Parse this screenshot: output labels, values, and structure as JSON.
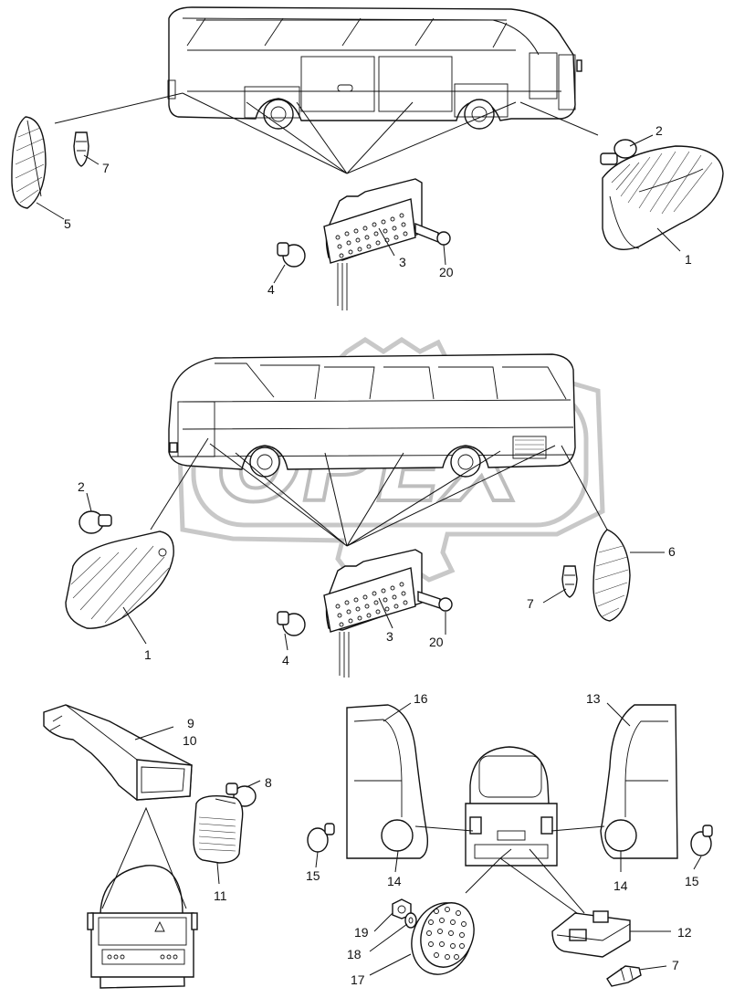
{
  "watermark": {
    "text": "OPEX"
  },
  "callouts": {
    "c1_top": "1",
    "c2_top": "2",
    "c3_top": "3",
    "c4_top": "4",
    "c5_top": "5",
    "c7_top": "7",
    "c20_top": "20",
    "c1_mid": "1",
    "c2_mid": "2",
    "c3_mid": "3",
    "c4_mid": "4",
    "c6_mid": "6",
    "c7_mid": "7",
    "c20_mid": "20",
    "c9": "9",
    "c10": "10",
    "c8": "8",
    "c11": "11",
    "c16": "16",
    "c13": "13",
    "c14_left": "14",
    "c14_right": "14",
    "c15_left": "15",
    "c15_right": "15",
    "c12": "12",
    "c7_bottom": "7",
    "c19": "19",
    "c18": "18",
    "c17": "17"
  }
}
